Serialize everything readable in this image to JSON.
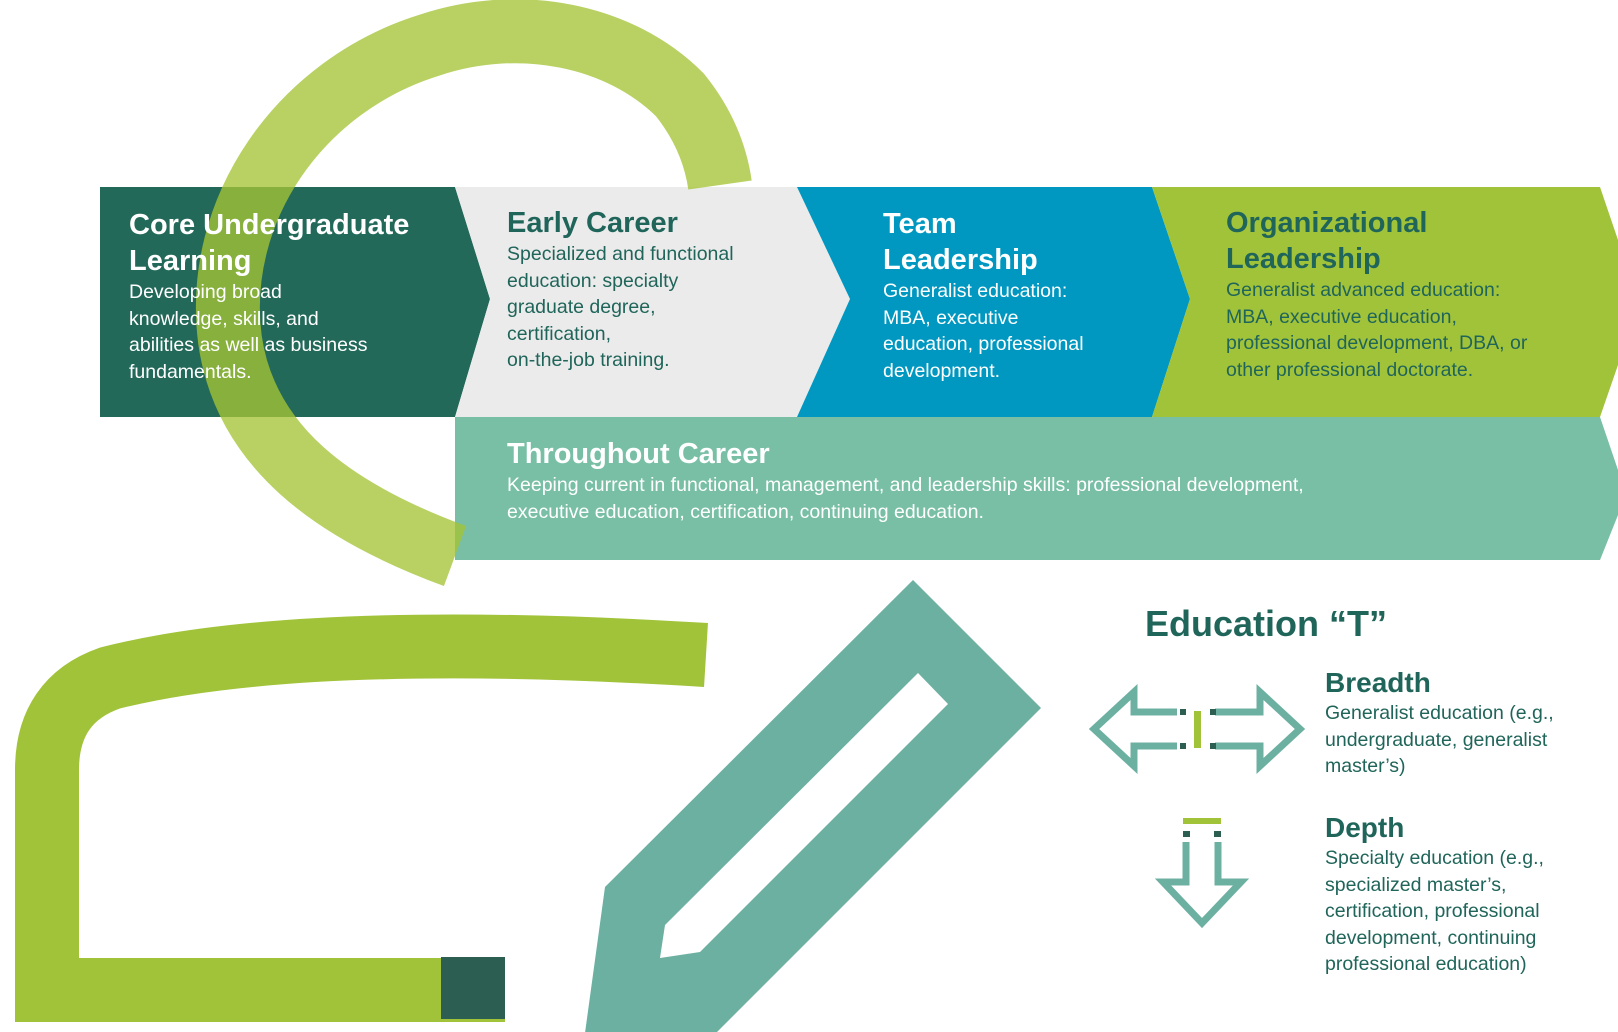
{
  "stages": {
    "core": {
      "title_line1": "Core Undergraduate",
      "title_line2": "Learning",
      "desc_lines": [
        "Developing broad",
        "knowledge, skills, and",
        "abilities as well as business",
        "fundamentals."
      ]
    },
    "early": {
      "title": "Early Career",
      "desc_lines": [
        "Specialized and functional",
        "education: specialty",
        "graduate degree,",
        "certification,",
        "on-the-job training."
      ]
    },
    "team": {
      "title_line1": "Team",
      "title_line2": "Leadership",
      "desc_lines": [
        "Generalist education:",
        "MBA, executive",
        "education, professional",
        "development."
      ]
    },
    "org": {
      "title_line1": "Organizational",
      "title_line2": "Leadership",
      "desc_lines": [
        "Generalist advanced education:",
        "MBA, executive education,",
        "professional development, DBA, or",
        "other professional doctorate."
      ]
    },
    "throughout": {
      "title": "Throughout Career",
      "desc_lines": [
        "Keeping current in functional, management, and leadership skills: professional development,",
        "executive education, certification, continuing education."
      ]
    }
  },
  "education_t": {
    "heading": "Education “T”",
    "breadth": {
      "title": "Breadth",
      "desc_lines": [
        "Generalist education (e.g.,",
        "undergraduate, generalist",
        "master’s)"
      ]
    },
    "depth": {
      "title": "Depth",
      "desc_lines": [
        "Specialty education (e.g.,",
        "specialized master’s,",
        "certification, professional",
        "development, continuing",
        "professional education)"
      ]
    }
  },
  "icons": [
    "magnifier-ring-icon",
    "person-shoulder-icon",
    "pencil-icon",
    "breadth-arrows-icon",
    "depth-arrow-icon"
  ],
  "colors": {
    "dark_green": "#226959",
    "light_gray": "#ebebeb",
    "blue": "#0098c0",
    "lime": "#a1c33a",
    "mint": "#78bfa5",
    "teal": "#6cb0a2",
    "text_dark": "#20655a",
    "shoulder_block": "#2d5e52"
  }
}
